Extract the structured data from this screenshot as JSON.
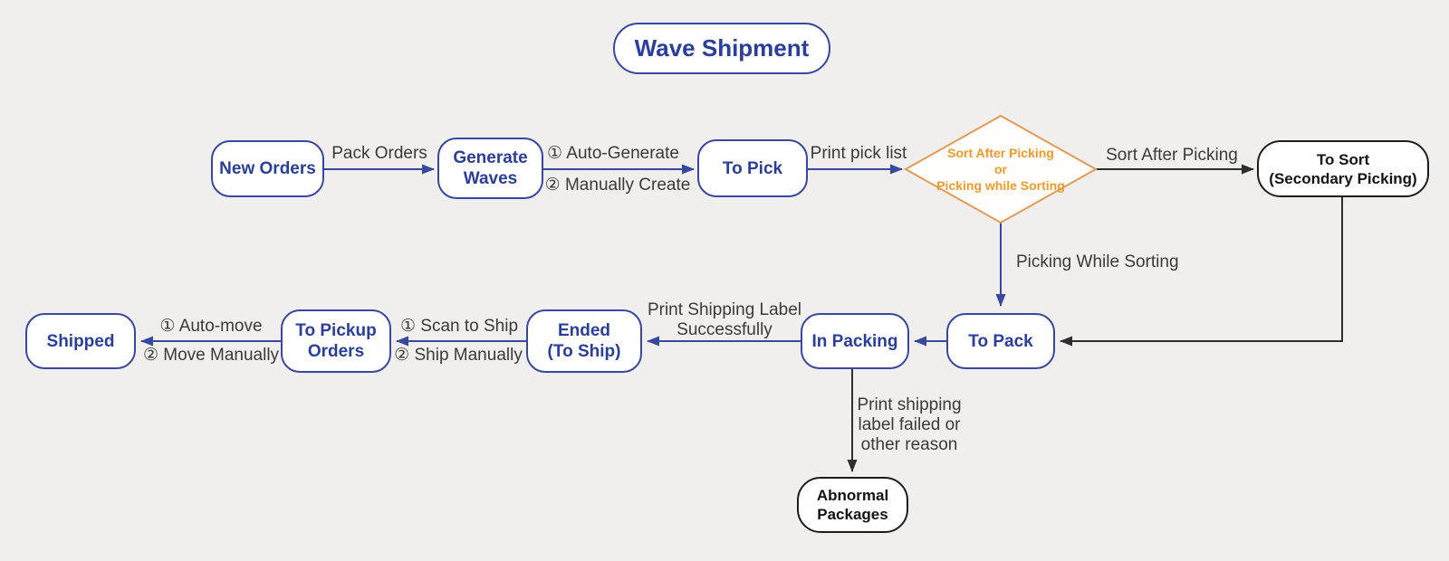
{
  "title": "Wave Shipment",
  "colors": {
    "blue": "#3648a0",
    "blue_text": "#2a3e9b",
    "dark": "#2e2e2e",
    "dark_border": "#1c1c1c",
    "dark_text": "#141414",
    "label": "#3a3a3a",
    "orange_border": "#e29a55",
    "orange_text": "#ee9a2b",
    "bg": "#f0efed",
    "node_fill": "#ffffff"
  },
  "nodes": {
    "new_orders": {
      "label": "New Orders"
    },
    "generate_waves": {
      "label": "Generate\nWaves"
    },
    "to_pick": {
      "label": "To Pick"
    },
    "decision": {
      "label": "Sort After Picking\nor\nPicking while Sorting"
    },
    "to_sort": {
      "label": "To Sort\n(Secondary Picking)"
    },
    "shipped": {
      "label": "Shipped"
    },
    "to_pickup_orders": {
      "label": "To Pickup\nOrders"
    },
    "ended": {
      "label": "Ended\n(To Ship)"
    },
    "in_packing": {
      "label": "In Packing"
    },
    "to_pack": {
      "label": "To Pack"
    },
    "abnormal_packages": {
      "label": "Abnormal\nPackages"
    }
  },
  "edge_labels": {
    "pack_orders": "Pack Orders",
    "auto_generate": "① Auto-Generate",
    "manually_create": "② Manually Create",
    "print_pick_list": "Print pick list",
    "sort_after_picking": "Sort After Picking",
    "picking_while_sorting": "Picking While Sorting",
    "print_label_success": "Print Shipping Label\nSuccessfully",
    "scan_to_ship": "① Scan to Ship",
    "ship_manually": "② Ship Manually",
    "auto_move": "① Auto-move",
    "move_manually": "② Move Manually",
    "print_label_failed": "Print shipping\nlabel failed or\nother reason"
  }
}
